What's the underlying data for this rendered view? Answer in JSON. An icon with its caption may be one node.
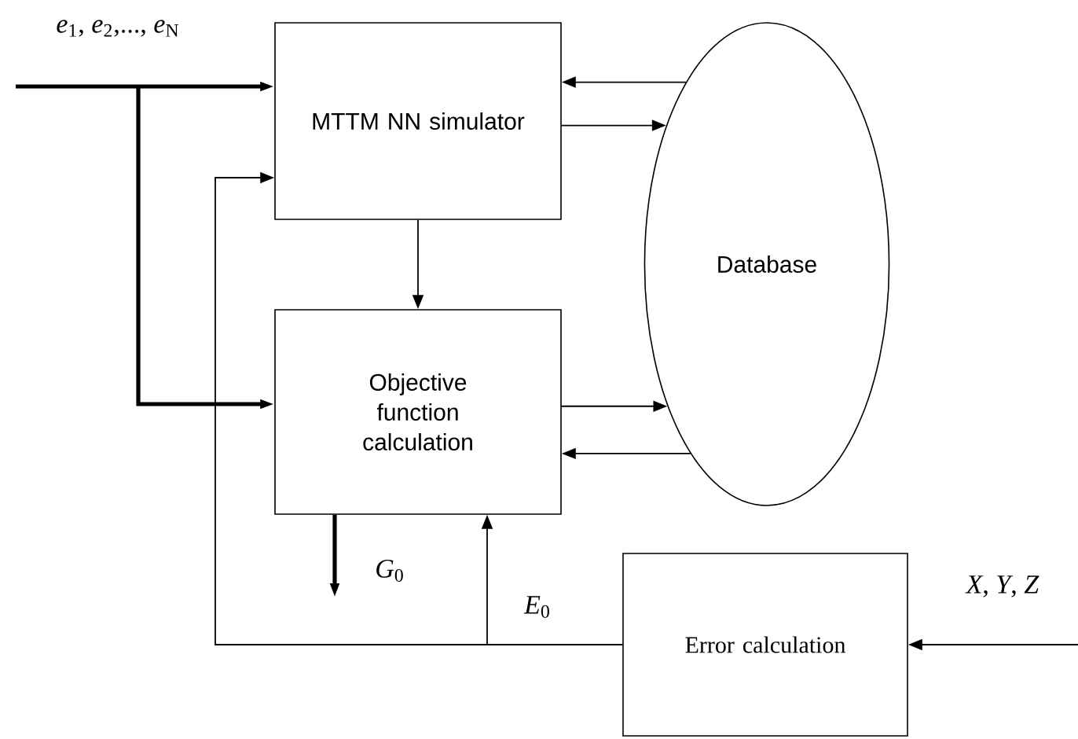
{
  "diagram": {
    "nodes": [
      {
        "text": [
          "MTTM  NN simulator"
        ]
      },
      {
        "text": [
          "Objective function calculation"
        ]
      },
      {
        "text": [
          "Database"
        ]
      },
      {
        "text": [
          "Error calculation"
        ]
      }
    ],
    "edges": [
      {
        "from": null,
        "to": 0,
        "arrow": "to",
        "style": "thick",
        "label": "*e*$_{1}$, *e*$_{2}$,..., *e*$_{N}$"
      },
      {
        "from": null,
        "to": 1,
        "arrow": "to",
        "style": "thick"
      },
      {
        "from": 2,
        "to": 0,
        "arrow": "to"
      },
      {
        "from": 0,
        "to": 2,
        "arrow": "to"
      },
      {
        "from": 0,
        "to": 1,
        "arrow": "to"
      },
      {
        "from": 1,
        "to": 2,
        "arrow": "to"
      },
      {
        "from": 2,
        "to": 1,
        "arrow": "to"
      },
      {
        "from": 1,
        "to": null,
        "arrow": "to",
        "style": "thick",
        "label": "*G*$_{0}$"
      },
      {
        "from": 3,
        "to": 1,
        "arrow": "to",
        "label": "*E*$_{0}$"
      },
      {
        "from": 3,
        "to": 0,
        "arrow": "to"
      },
      {
        "from": null,
        "to": 3,
        "arrow": "to",
        "label": "*X*, *Y*, *Z*"
      }
    ]
  }
}
